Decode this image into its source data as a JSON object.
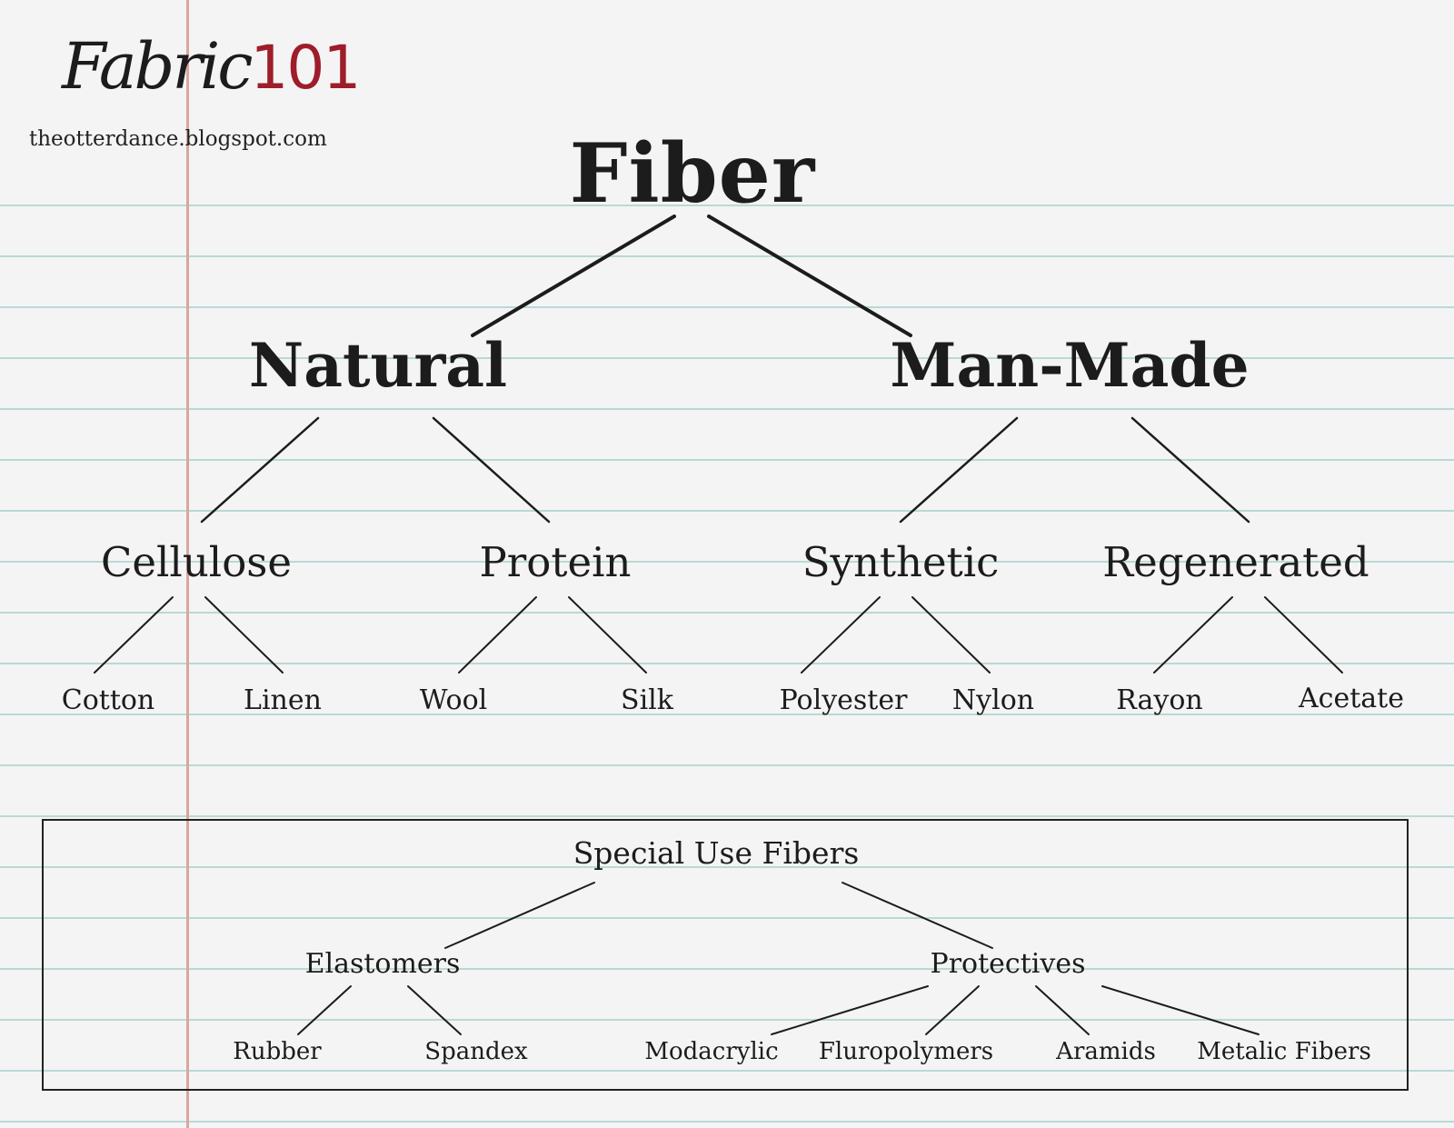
{
  "logo": {
    "word": "Fabric",
    "number": "101",
    "site": "theotterdance.blogspot.com"
  },
  "tree": {
    "root": "Fiber",
    "natural": "Natural",
    "man_made": "Man-Made",
    "cellulose": "Cellulose",
    "protein": "Protein",
    "synthetic": "Synthetic",
    "regenerated": "Regenerated",
    "cotton": "Cotton",
    "linen": "Linen",
    "wool": "Wool",
    "silk": "Silk",
    "polyester": "Polyester",
    "nylon": "Nylon",
    "rayon": "Rayon",
    "acetate": "Acetate"
  },
  "special": {
    "title": "Special Use Fibers",
    "elastomers": "Elastomers",
    "protectives": "Protectives",
    "rubber": "Rubber",
    "spandex": "Spandex",
    "modacrylic": "Modacrylic",
    "fluropolymers": "Fluropolymers",
    "aramids": "Aramids",
    "metalic_fibers": "Metalic Fibers"
  },
  "colors": {
    "paper": "#f4f4f4",
    "rule_line": "#b9d9d6",
    "margin_line": "#dba5a0",
    "ink": "#1c1c1c",
    "logo_accent": "#9e1d2a"
  }
}
